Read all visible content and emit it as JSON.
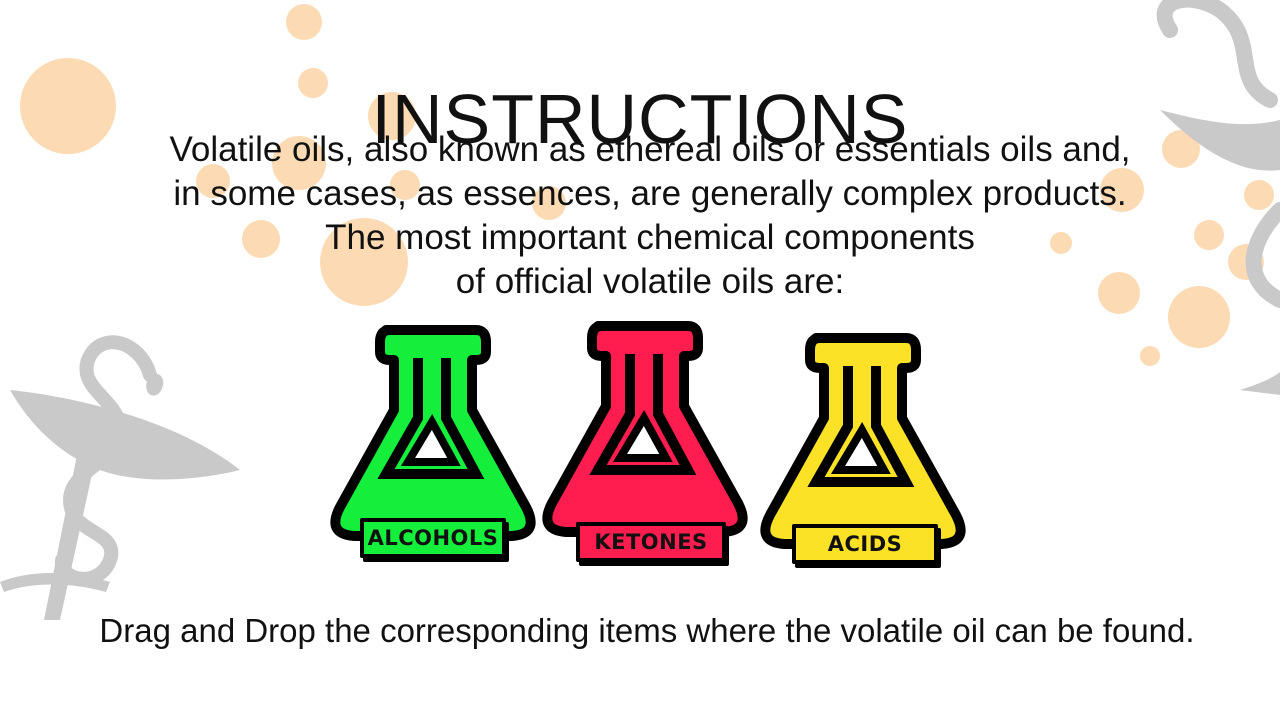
{
  "page": {
    "title": "INSTRUCTIONS",
    "intro_lines": [
      "Volatile oils, also known as ethereal oils or essentials oils and,",
      "in some cases, as essences, are generally complex products.",
      "The most important chemical components",
      "of official volatile oils are:"
    ],
    "footer": "Drag and Drop the corresponding items where the volatile oil can be found."
  },
  "flasks": [
    {
      "label": "ALCOHOLS",
      "color": "#14ef3c"
    },
    {
      "label": "KETONES",
      "color": "#ff1d4f"
    },
    {
      "label": "ACIDS",
      "color": "#fbe226"
    }
  ],
  "decor": {
    "bubble_color": "#fcd7ac",
    "symbol_color": "#c8c8c8",
    "symbol_icon": "caduceus-snake-bowl-icon"
  }
}
